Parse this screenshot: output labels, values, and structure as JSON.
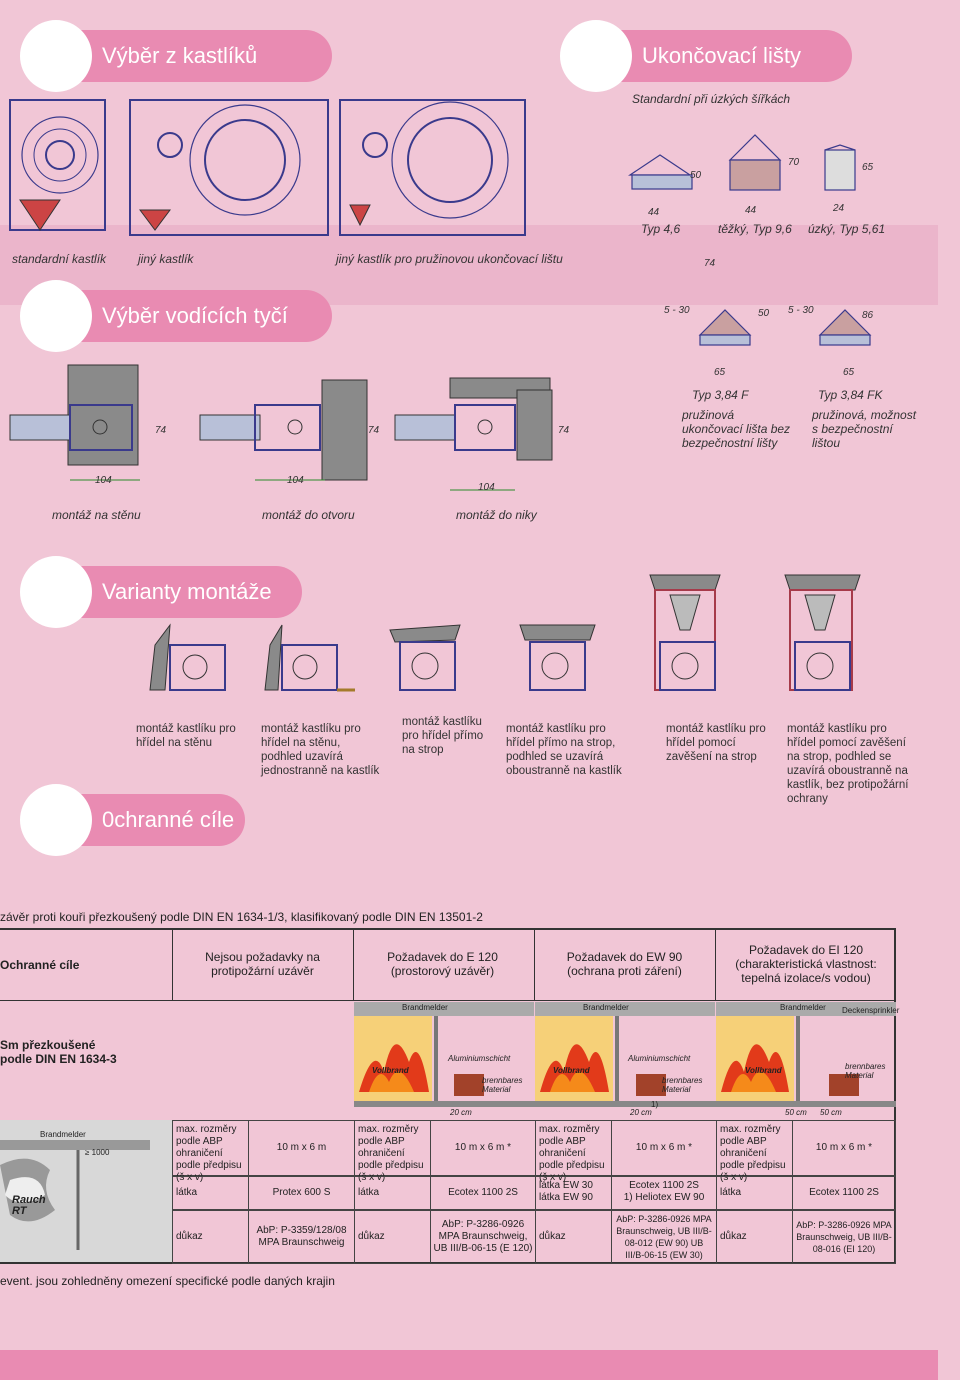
{
  "sections": {
    "kastliky": "Výběr z kastlíků",
    "listy": "Ukončovací lišty",
    "tyce": "Výběr vodících tyčí",
    "varianty": "Varianty montáže",
    "cile": "0chranné cíle"
  },
  "listy": {
    "subtitle": "Standardní při úzkých šířkách",
    "typ1": "Typ 4,6",
    "typ2": "těžký, Typ 9,6",
    "typ3": "úzký, Typ 5,61",
    "dim50": "50",
    "dim70": "70",
    "dim65": "65",
    "dim44a": "44",
    "dim44b": "44",
    "dim24": "24",
    "dim74": "74",
    "typF": "Typ 3,84 F",
    "typFK": "Typ 3,84 FK",
    "typF_desc": "pružinová ukončovací lišta bez bezpečnostní lišty",
    "typFK_desc": "pružinová, možnost s bezpečnostní lištou",
    "dim530a": "5 - 30",
    "dim50b": "50",
    "dim530b": "5 - 30",
    "dim86": "86",
    "dim65a": "65",
    "dim65b": "65"
  },
  "kastliky": {
    "c1": "standardní kastlík",
    "c2": "jiný kastlík",
    "c3": "jiný kastlík pro pružinovou ukončovací lištu"
  },
  "tyce": {
    "c1": "montáž na stěnu",
    "c2": "montáž do otvoru",
    "c3": "montáž do niky",
    "d104a": "104",
    "d104b": "104",
    "d104c": "104",
    "d74a": "74",
    "d74b": "74",
    "d74c": "74"
  },
  "varianty": {
    "v1": "montáž kastlíku pro hřídel na stěnu",
    "v2": "montáž kastlíku pro hřídel na stěnu, podhled uzavírá jednostranně na kastlík",
    "v3": "montáž kastlíku pro hřídel přímo na strop",
    "v4": "montáž kastlíku pro hřídel přímo na strop, podhled se uzavírá oboustranně na kastlík",
    "v5": "montáž kastlíku pro hřídel pomocí zavěšení na strop",
    "v6": "montáž kastlíku pro hřídel pomocí zavěšení na strop, podhled se uzavírá oboustranně na kastlík, bez protipožární ochrany"
  },
  "table": {
    "intro": "závěr proti kouři přezkoušený podle DIN EN 1634-1/3, klasifikovaný podle DIN EN 13501-2",
    "h0": "Ochranné cíle",
    "h1": "Nejsou požadavky na protipožární uzávěr",
    "h2": "Požadavek do E 120 (prostorový uzávěr)",
    "h3": "Požadavek do EW 90 (ochrana proti záření)",
    "h4": "Požadavek do EI 120 (charakteristická vlastnost: tepelná izolace/s vodou)",
    "sm": "Sm přezkoušené podle DIN EN 1634-3",
    "brandmelder": "Brandmelder",
    "deckensprinkler": "Deckensprinkler",
    "alu": "Aluminiumschicht",
    "brennbares": "brennbares Material",
    "vollbrand": "Vollbrand",
    "cm20a": "20 cm",
    "cm20b": "20 cm",
    "cm50a": "50 cm",
    "cm50b": "50 cm",
    "rauch": "Rauch RT",
    "ge1000": "≥ 1000",
    "max": "max. rozměry podle ABP ohraničení podle předpisu (š x v)",
    "size1": "10 m x 6 m",
    "size2": "10 m x 6 m *",
    "size3": "10 m x 6 m *",
    "size4": "10 m x 6 m *",
    "latka": "látka",
    "m1": "Protex 600 S",
    "m2": "Ecotex 1100 2S",
    "m3a": "látka EW 30",
    "m3b": "látka EW 90",
    "m3c": "Ecotex 1100 2S",
    "m3d": "1) Heliotex EW 90",
    "m4": "Ecotex 1100 2S",
    "dukaz": "důkaz",
    "p1": "AbP: P-3359/128/08 MPA Braunschweig",
    "p2": "AbP: P-3286-0926 MPA Braunschweig, UB III/B-06-15 (E 120)",
    "p3": "AbP: P-3286-0926 MPA Braunschweig, UB III/B-08-012 (EW 90) UB III/B-06-15 (EW 30)",
    "p4": "AbP: P-3286-0926 MPA Braunschweig, UB III/B-08-016 (EI 120)",
    "note1": "1)",
    "footer": "event. jsou zohledněny omezení specifické podle daných krajin"
  }
}
